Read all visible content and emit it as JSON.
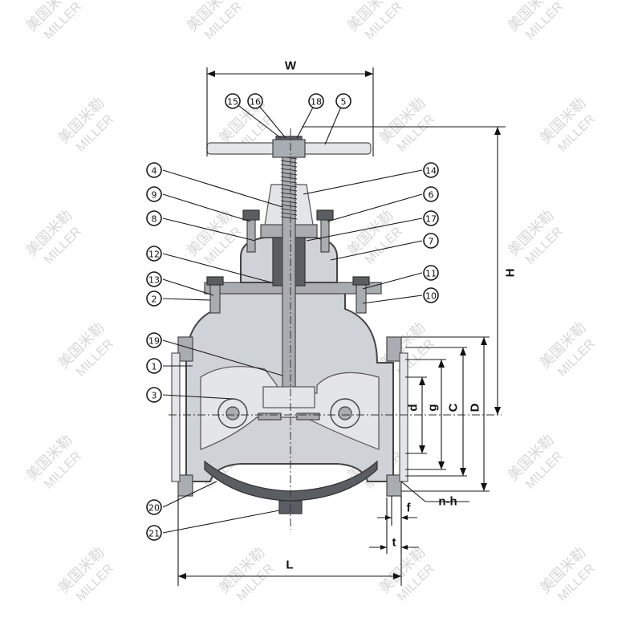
{
  "watermark": {
    "cn": "美国米勒",
    "en": "MILLER"
  },
  "callouts": [
    "1",
    "2",
    "3",
    "4",
    "5",
    "6",
    "7",
    "8",
    "9",
    "10",
    "11",
    "12",
    "13",
    "14",
    "15",
    "16",
    "17",
    "18",
    "19",
    "20",
    "21"
  ],
  "dimensions": {
    "W": "W",
    "H": "H",
    "L": "L",
    "D": "D",
    "C": "C",
    "g": "g",
    "d": "d",
    "f": "f",
    "t": "t",
    "nh": "n-h"
  }
}
